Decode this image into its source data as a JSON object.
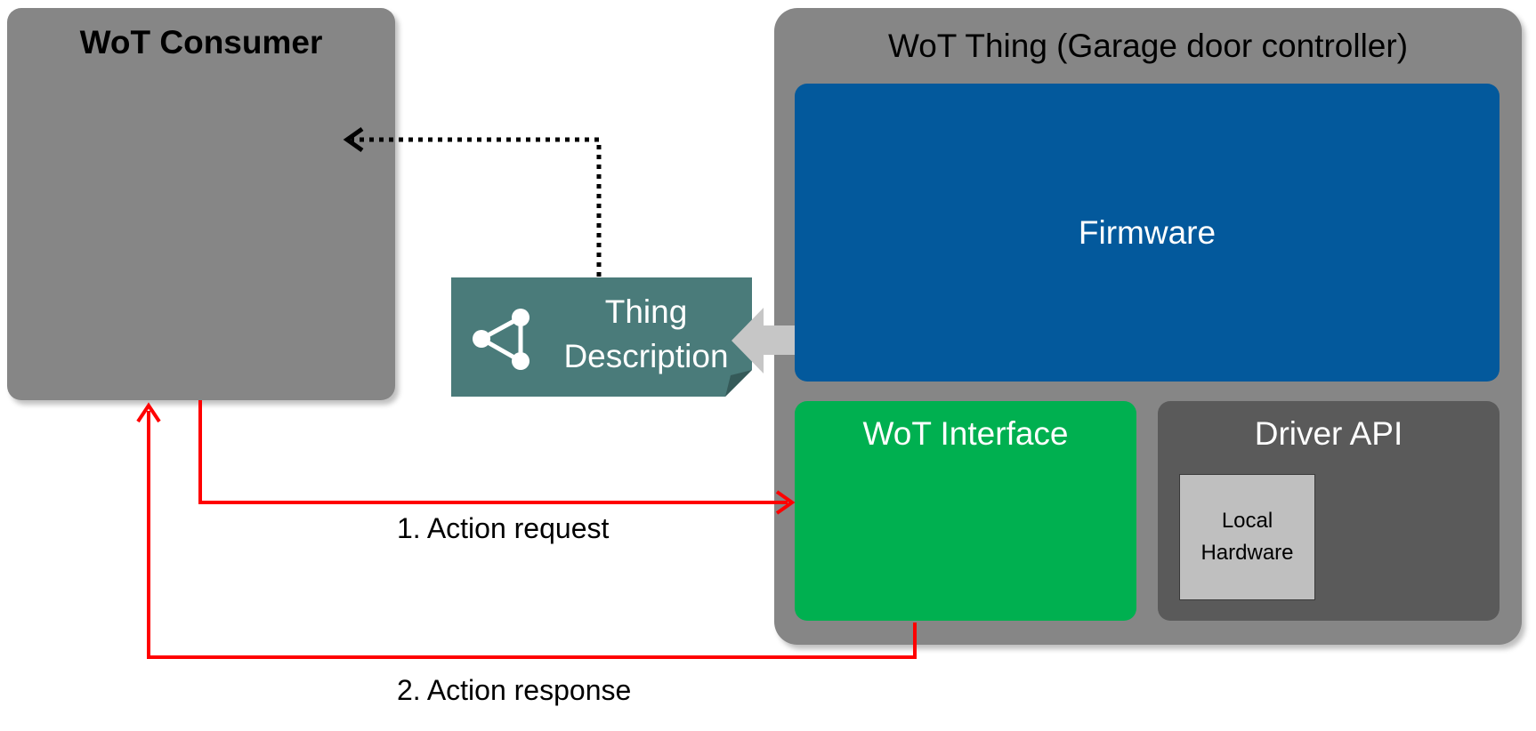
{
  "consumer": {
    "title": "WoT Consumer"
  },
  "thing": {
    "title": "WoT Thing (Garage door controller)",
    "firmware": "Firmware",
    "wot_interface": "WoT Interface",
    "driver_api": "Driver API",
    "local_hardware": [
      "Local",
      "Hardware"
    ]
  },
  "thing_description": {
    "line1": "Thing",
    "line2": "Description",
    "icon": "share-graph-icon"
  },
  "arrows": {
    "request_label": "1. Action request",
    "response_label": "2. Action response"
  },
  "colors": {
    "consumer_bg": "#868686",
    "thing_bg": "#868686",
    "firmware_bg": "#03599c",
    "wot_interface_bg": "#00b050",
    "driver_bg": "#5a5a5a",
    "local_hw_bg": "#bfbfbf",
    "td_bg": "#4a7b7a",
    "arrow_red": "#ff0000"
  }
}
